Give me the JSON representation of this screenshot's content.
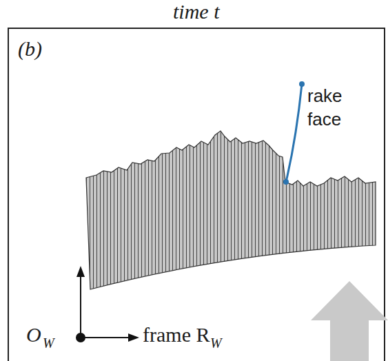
{
  "diagram": {
    "title": "time t",
    "labels": [
      "(b)",
      "rake face",
      "O",
      "W",
      "frame R",
      "W"
    ]
  }
}
